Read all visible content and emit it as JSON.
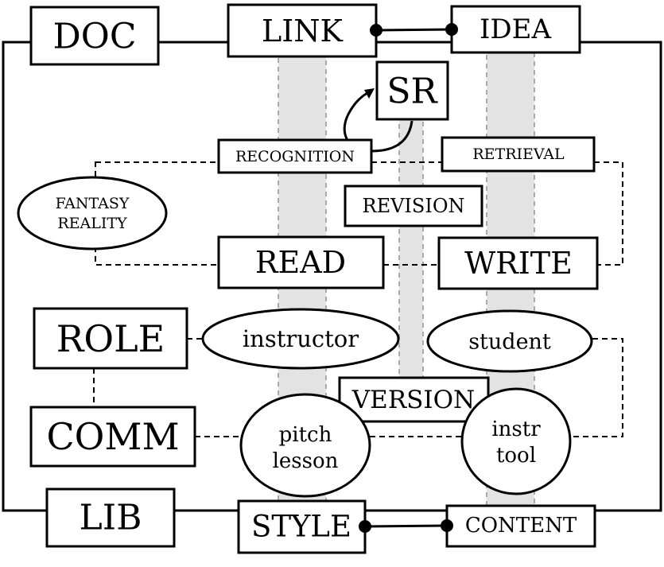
{
  "nodes": {
    "doc": "DOC",
    "link": "LINK",
    "idea": "IDEA",
    "sr": "SR",
    "recognition": "RECOGNITION",
    "retrieval": "RETRIEVAL",
    "revision": "REVISION",
    "fantasy_line1": "FANTASY",
    "fantasy_line2": "REALITY",
    "read": "READ",
    "write": "WRITE",
    "role": "ROLE",
    "instructor": "instructor",
    "student": "student",
    "version": "VERSION",
    "comm": "COMM",
    "pitch_line1": "pitch",
    "pitch_line2": "lesson",
    "instr_line1": "instr",
    "instr_line2": "tool",
    "lib": "LIB",
    "style": "STYLE",
    "content": "CONTENT"
  }
}
